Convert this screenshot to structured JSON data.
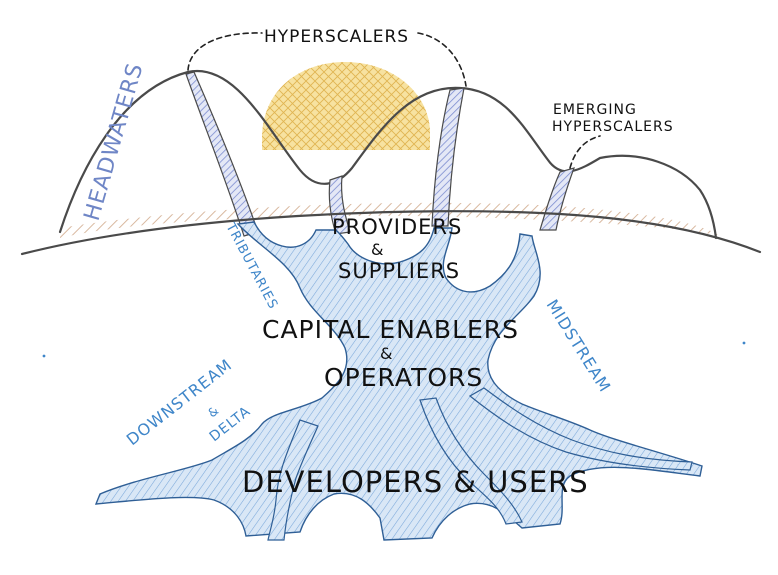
{
  "labels": {
    "hyperscalers": "HYPERSCALERS",
    "emerging_line1": "EMERGING",
    "emerging_line2": "HYPERSCALERS",
    "headwaters": "HEADWATERS",
    "tributaries": "TRIBUTARIES",
    "providers_line1": "PROVIDERS",
    "providers_amp": "&",
    "providers_line2": "SUPPLIERS",
    "capital_line1": "CAPITAL ENABLERS",
    "capital_amp": "&",
    "capital_line2": "OPERATORS",
    "midstream": "MIDSTREAM",
    "downstream_line1": "DOWNSTREAM",
    "downstream_amp": "&",
    "downstream_line2": "DELTA",
    "developers": "DEVELOPERS & USERS"
  },
  "colors": {
    "river_fill": "#cfe0f3",
    "river_hatch": "#6fa0d6",
    "sun_fill": "#f6dc8f",
    "sun_grid": "#e2b64a",
    "earth_band": "#d8b79e",
    "ink": "#4a4a4a",
    "text_dark": "#111111",
    "text_blue": "#3f86c9",
    "text_headwaters": "#6f86c6",
    "stream_hatch": "#7d8dd0"
  }
}
